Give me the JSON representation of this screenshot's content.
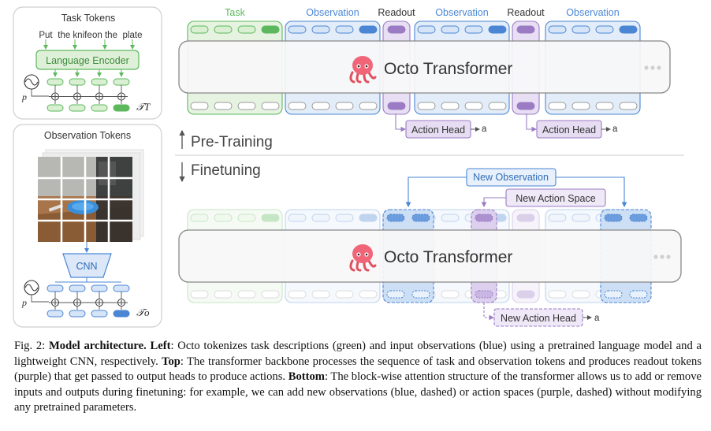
{
  "figure": {
    "left_panel": {
      "task_box_title": "Task Tokens",
      "task_words": [
        "Put",
        "the knife",
        "on the",
        "plate"
      ],
      "language_encoder": "Language Encoder",
      "position_symbol": "p",
      "task_token_symbol": "𝒯T",
      "obs_box_title": "Observation Tokens",
      "cnn_label": "CNN",
      "obs_token_symbol": "𝒯o"
    },
    "top": {
      "groups": [
        "Task",
        "Observation",
        "Readout",
        "Observation",
        "Readout",
        "Observation"
      ],
      "transformer_label": "Octo Transformer",
      "action_head": "Action Head",
      "action_output": "a",
      "pretraining_label": "Pre-Training"
    },
    "bottom": {
      "finetuning_label": "Finetuning",
      "new_observation": "New Observation",
      "new_action_space": "New Action Space",
      "transformer_label": "Octo Transformer",
      "new_action_head": "New Action Head",
      "action_output": "a"
    },
    "colors": {
      "task_green": "#5cb85c",
      "observation_blue": "#4a86d4",
      "readout_purple": "#9b7cc4",
      "transformer_gray": "#888888"
    },
    "icons": [
      "octopus-icon",
      "sine-wave-icon"
    ]
  },
  "caption": {
    "label": "Fig. 2: ",
    "title": "Model architecture.",
    "left_label": "Left",
    "left_text": ": Octo tokenizes task descriptions (green) and input observations (blue) using a pretrained language model and a lightweight CNN, respectively. ",
    "top_label": "Top",
    "top_text": ": The transformer backbone processes the sequence of task and observation tokens and produces readout tokens (purple) that get passed to output heads to produce actions. ",
    "bottom_label": "Bottom",
    "bottom_text": ": The block-wise attention structure of the transformer allows us to add or remove inputs and outputs during finetuning: for example, we can add new observations (blue, dashed) or action spaces (purple, dashed) without modifying any pretrained parameters."
  }
}
